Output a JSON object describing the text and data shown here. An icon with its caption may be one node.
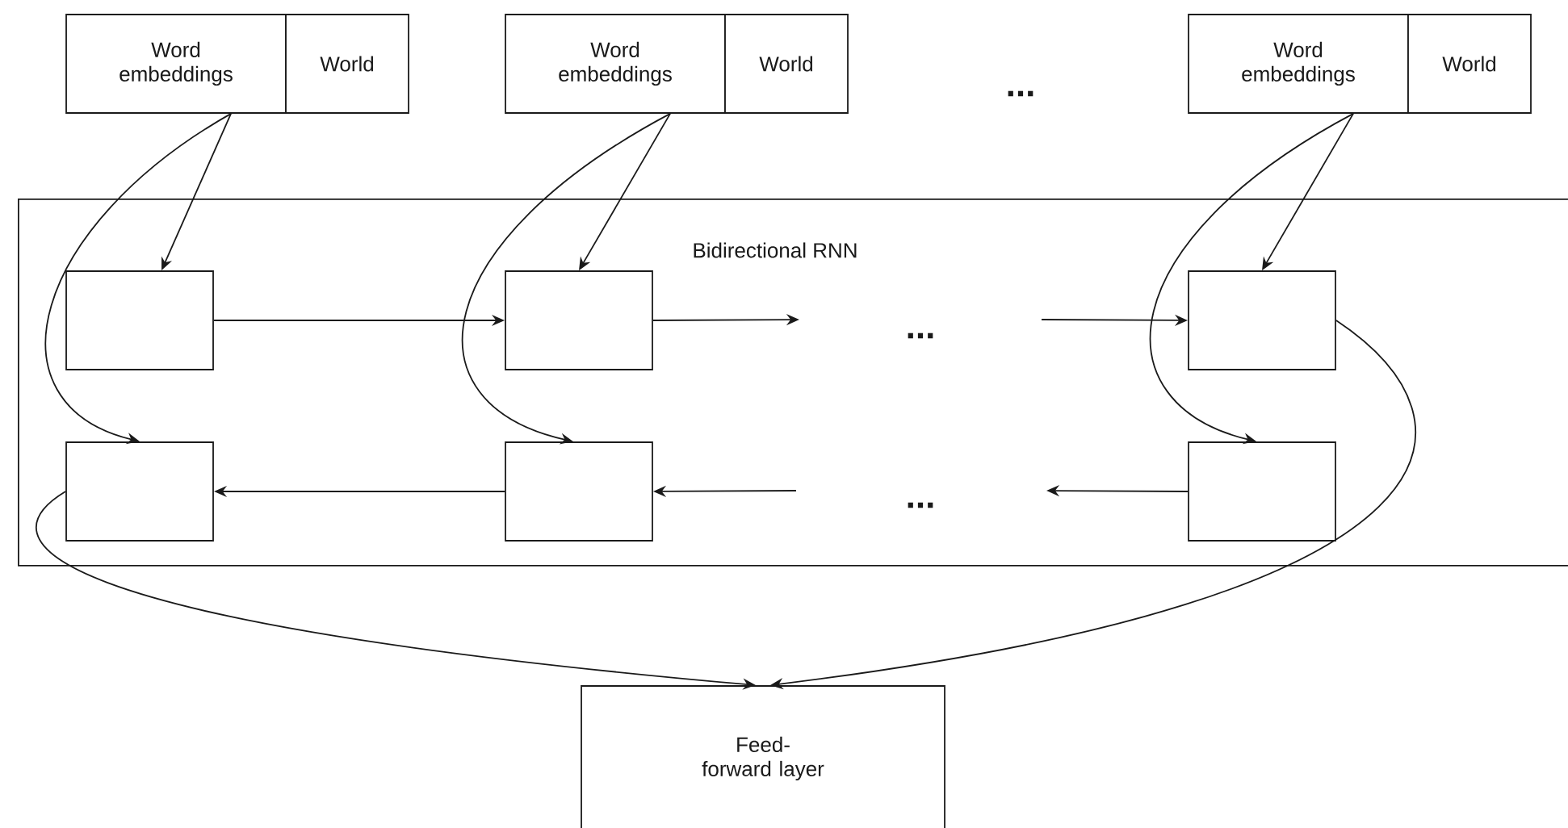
{
  "diagram": {
    "nodes": [
      {
        "text": [
          "Word embeddings"
        ]
      },
      {
        "text": [
          "World"
        ]
      },
      {
        "text": [
          "Word embeddings"
        ]
      },
      {
        "text": [
          "World"
        ]
      },
      {
        "text": [
          "Word embeddings"
        ]
      },
      {
        "text": [
          "World"
        ]
      },
      {
        "text": [
          "Bidirectional RNN"
        ]
      },
      {
        "text": [],
        "shape": "box",
        "in": 6
      },
      {
        "text": [],
        "shape": "box",
        "in": 6
      },
      {
        "text": [],
        "shape": "box",
        "in": 6
      },
      {
        "text": [],
        "shape": "box",
        "in": 6
      },
      {
        "text": [],
        "shape": "box",
        "in": 6
      },
      {
        "text": [],
        "shape": "box",
        "in": 6
      },
      {
        "text": [
          "Feed-forward layer"
        ]
      }
    ],
    "edges": [
      {
        "from": 0,
        "to": 7,
        "arrow": "to"
      },
      {
        "from": 0,
        "to": 10,
        "arrow": "to"
      },
      {
        "from": 2,
        "to": 8,
        "arrow": "to"
      },
      {
        "from": 2,
        "to": 11,
        "arrow": "to"
      },
      {
        "from": 4,
        "to": 9,
        "arrow": "to"
      },
      {
        "from": 4,
        "to": 12,
        "arrow": "to"
      },
      {
        "from": 7,
        "to": 8,
        "arrow": "to"
      },
      {
        "from": 8,
        "to": null,
        "arrow": "to"
      },
      {
        "from": null,
        "to": 9,
        "arrow": "to"
      },
      {
        "from": 11,
        "to": 10,
        "arrow": "to"
      },
      {
        "from": null,
        "to": 11,
        "arrow": "to"
      },
      {
        "from": 12,
        "to": null,
        "arrow": "to"
      },
      {
        "from": 10,
        "to": 13,
        "arrow": "to"
      },
      {
        "from": 9,
        "to": 13,
        "arrow": "to"
      }
    ],
    "labels": [
      "...",
      "...",
      "..."
    ]
  }
}
